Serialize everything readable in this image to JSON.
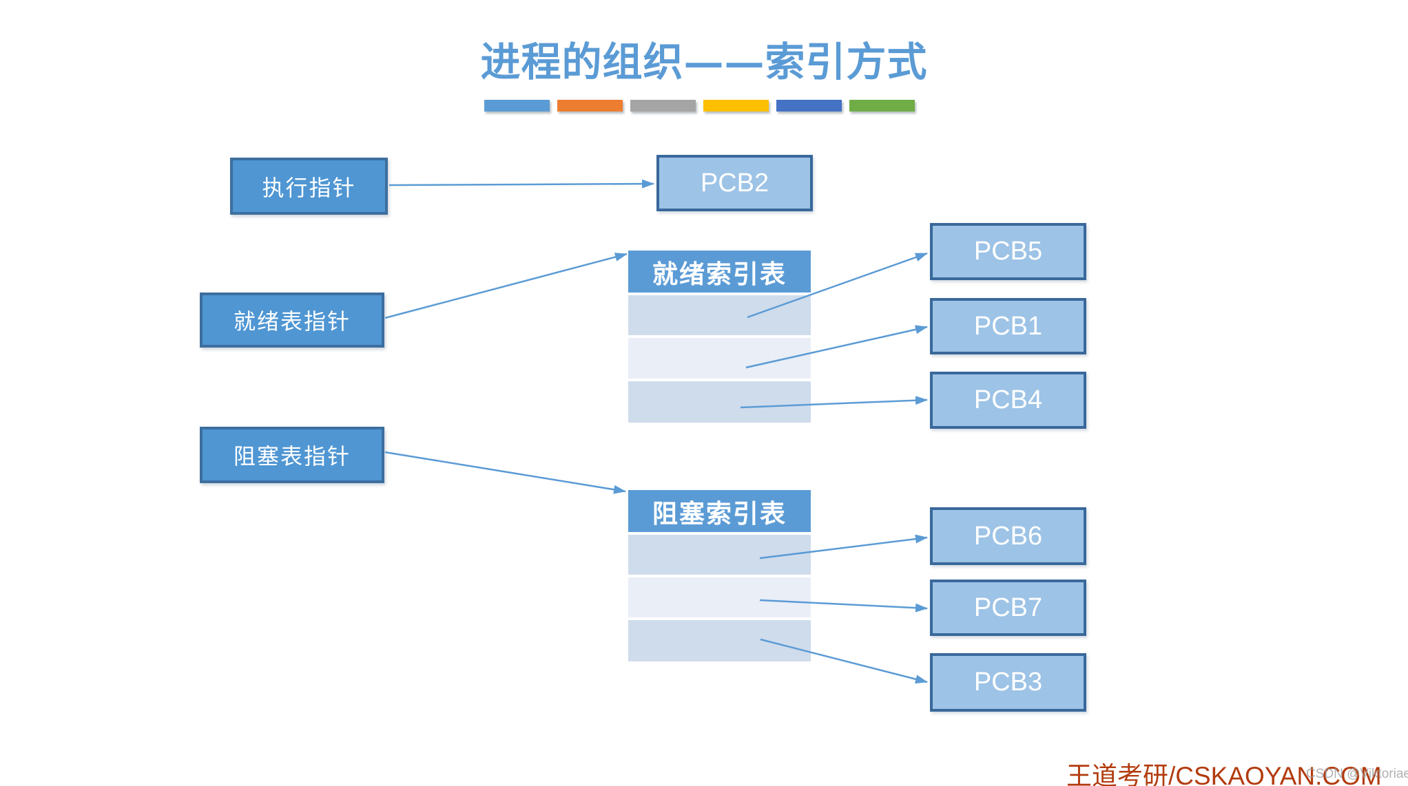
{
  "slide": {
    "title": "进程的组织——索引方式"
  },
  "divider_bars": [
    "#5B9BD5",
    "#ED7D31",
    "#A5A5A5",
    "#FFC000",
    "#4472C4",
    "#70AD47"
  ],
  "pointers": {
    "exec": "执行指针",
    "ready": "就绪表指针",
    "blocked": "阻塞表指针"
  },
  "tables": {
    "ready": {
      "header": "就绪索引表",
      "rows": [
        "",
        "",
        ""
      ]
    },
    "blocked": {
      "header": "阻塞索引表",
      "rows": [
        "",
        "",
        ""
      ]
    }
  },
  "pcbs": {
    "running": "PCB2",
    "ready1": "PCB5",
    "ready2": "PCB1",
    "ready3": "PCB4",
    "blocked1": "PCB6",
    "blocked2": "PCB7",
    "blocked3": "PCB3"
  },
  "footer": {
    "brand": "王道考研/CSKAOYAN.COM",
    "watermark": "CSDN @Viktoriae"
  },
  "palette": {
    "title_blue": "#5B9BD5",
    "pointer_box_fill": "#4F96D3",
    "pointer_box_border": "#3D6E9E",
    "pcb_box_fill": "#9DC3E6",
    "pcb_box_border": "#39689B",
    "table_header_fill": "#5B9BD5",
    "table_row_dark": "#CFDCEC",
    "table_row_light": "#E9EEF7",
    "arrow_blue": "#5B9BD5",
    "brand_red": "#B23B0E"
  }
}
